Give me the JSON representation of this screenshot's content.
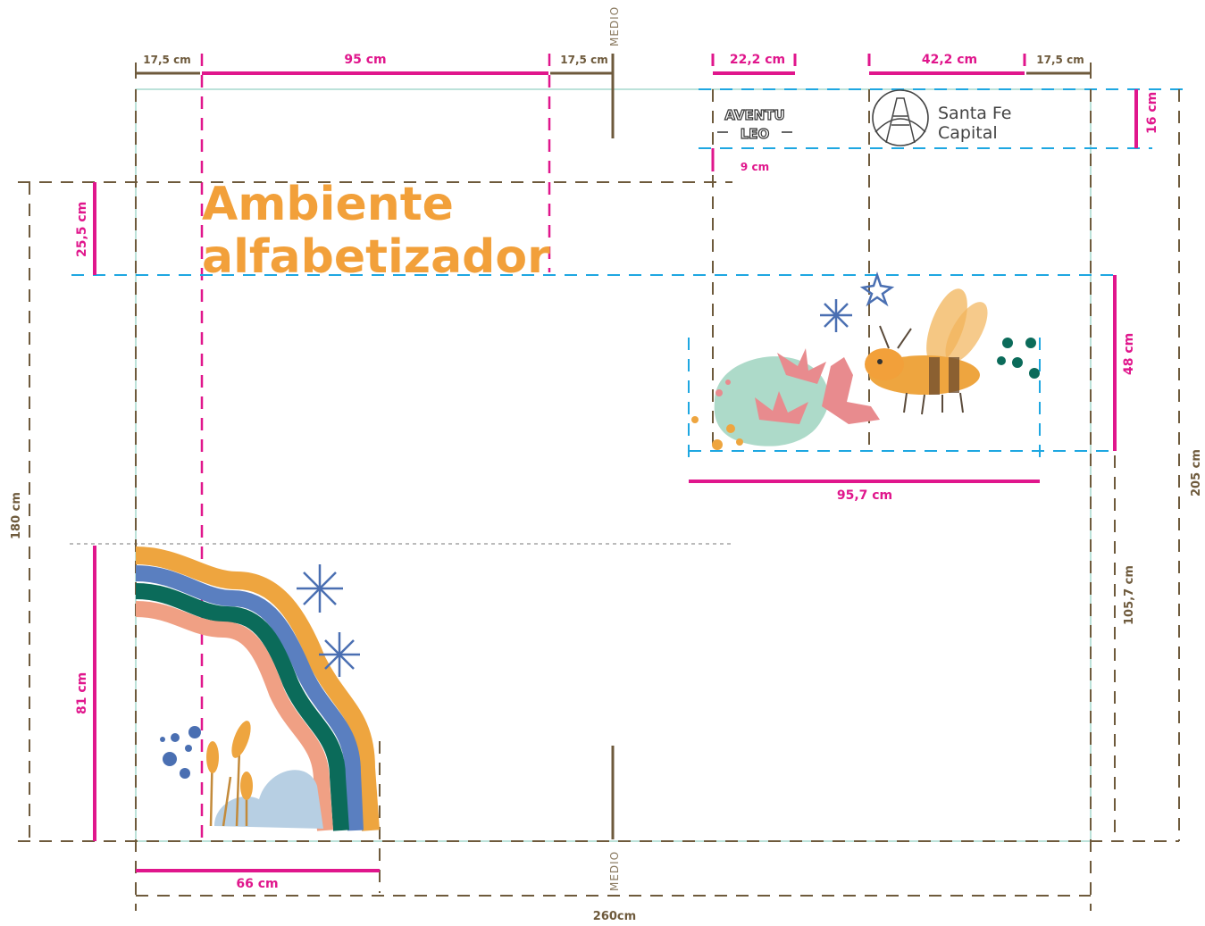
{
  "title": {
    "line1": "Ambiente",
    "line2": "alfabetizador"
  },
  "labels": {
    "medio_top": "MEDIO",
    "medio_bottom": "MEDIO"
  },
  "dimensions": {
    "left_margin_top": "17,5 cm",
    "title_width": "95 cm",
    "middle_margin_top": "17,5 cm",
    "logo1_width": "22,2 cm",
    "logo2_width": "42,2 cm",
    "right_margin_top": "17,5 cm",
    "logo_height": "16 cm",
    "logo_gap": "9 cm",
    "title_height": "25,5 cm",
    "bee_height": "48 cm",
    "bee_width": "95,7 cm",
    "overall_height_left": "180 cm",
    "overall_height_right": "205 cm",
    "bee_bottom_offset": "105,7 cm",
    "rainbow_height": "81 cm",
    "rainbow_width": "66 cm",
    "overall_width": "260cm"
  },
  "logos": {
    "aventuleo_line1": "AVENTU",
    "aventuleo_line2": "LEO",
    "santafe_line1": "Santa Fe",
    "santafe_line2": "Capital"
  },
  "colors": {
    "magenta": "#e0168c",
    "brown": "#6e5a3c",
    "cyan": "#1ea7e1",
    "orange_title": "#f2a03a",
    "rainbow_orange": "#eea53f",
    "rainbow_blue": "#5a7fc0",
    "rainbow_green": "#0b6b5a",
    "rainbow_peach": "#f0a084",
    "frame": "#8fcfc0"
  }
}
